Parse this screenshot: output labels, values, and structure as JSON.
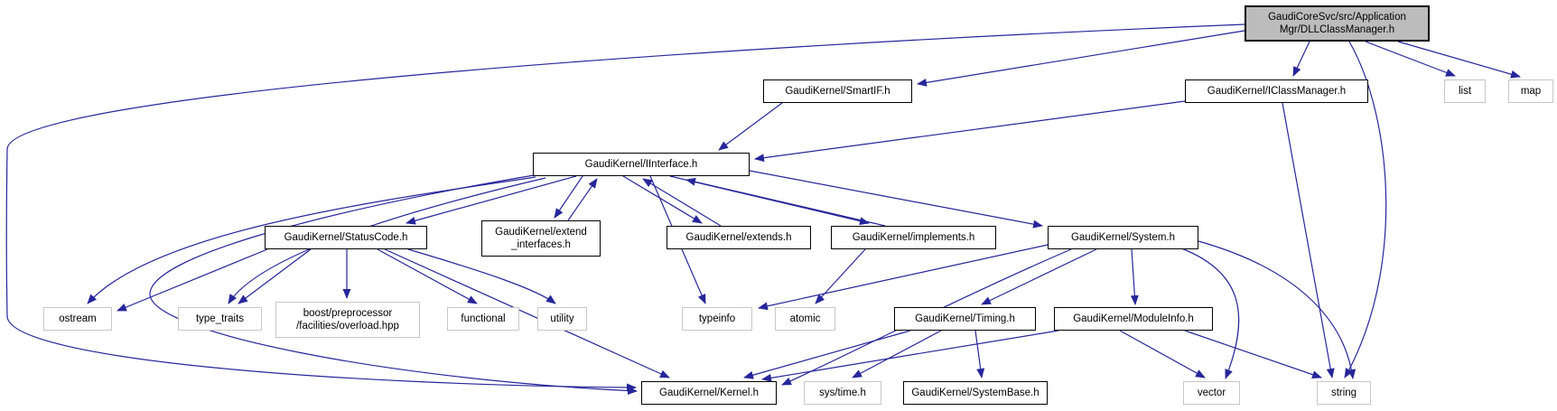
{
  "diagram": {
    "type": "include-dependency-graph",
    "root_file": "GaudiCoreSvc/src/ApplicationMgr/DLLClassManager.h",
    "nodes": {
      "root": {
        "label": "GaudiCoreSvc/src/Application\nMgr/DLLClassManager.h",
        "kind": "root"
      },
      "smartif": {
        "label": "GaudiKernel/SmartIF.h",
        "kind": "internal"
      },
      "iclassmanager": {
        "label": "GaudiKernel/IClassManager.h",
        "kind": "internal"
      },
      "list": {
        "label": "list",
        "kind": "external"
      },
      "map": {
        "label": "map",
        "kind": "external"
      },
      "iinterface": {
        "label": "GaudiKernel/IInterface.h",
        "kind": "internal"
      },
      "statuscode": {
        "label": "GaudiKernel/StatusCode.h",
        "kind": "internal"
      },
      "extendinterfaces": {
        "label": "GaudiKernel/extend\n_interfaces.h",
        "kind": "internal"
      },
      "extends": {
        "label": "GaudiKernel/extends.h",
        "kind": "internal"
      },
      "implements": {
        "label": "GaudiKernel/implements.h",
        "kind": "internal"
      },
      "system": {
        "label": "GaudiKernel/System.h",
        "kind": "internal"
      },
      "ostream": {
        "label": "ostream",
        "kind": "external"
      },
      "typetraits": {
        "label": "type_traits",
        "kind": "external"
      },
      "boostoverload": {
        "label": "boost/preprocessor\n/facilities/overload.hpp",
        "kind": "external"
      },
      "functional": {
        "label": "functional",
        "kind": "external"
      },
      "utility": {
        "label": "utility",
        "kind": "external"
      },
      "typeinfo": {
        "label": "typeinfo",
        "kind": "external"
      },
      "atomic": {
        "label": "atomic",
        "kind": "external"
      },
      "timing": {
        "label": "GaudiKernel/Timing.h",
        "kind": "internal"
      },
      "moduleinfo": {
        "label": "GaudiKernel/ModuleInfo.h",
        "kind": "internal"
      },
      "kernel": {
        "label": "GaudiKernel/Kernel.h",
        "kind": "internal"
      },
      "systime": {
        "label": "sys/time.h",
        "kind": "external"
      },
      "systembase": {
        "label": "GaudiKernel/SystemBase.h",
        "kind": "internal"
      },
      "vector": {
        "label": "vector",
        "kind": "external"
      },
      "string": {
        "label": "string",
        "kind": "external"
      }
    },
    "edges": [
      {
        "from": "root",
        "to": "iclassmanager"
      },
      {
        "from": "root",
        "to": "smartif"
      },
      {
        "from": "root",
        "to": "kernel"
      },
      {
        "from": "root",
        "to": "list"
      },
      {
        "from": "root",
        "to": "map"
      },
      {
        "from": "root",
        "to": "string"
      },
      {
        "from": "iclassmanager",
        "to": "iinterface"
      },
      {
        "from": "iclassmanager",
        "to": "string"
      },
      {
        "from": "smartif",
        "to": "iinterface"
      },
      {
        "from": "iinterface",
        "to": "statuscode"
      },
      {
        "from": "iinterface",
        "to": "extendinterfaces"
      },
      {
        "from": "extendinterfaces",
        "to": "iinterface"
      },
      {
        "from": "iinterface",
        "to": "extends"
      },
      {
        "from": "extends",
        "to": "iinterface"
      },
      {
        "from": "iinterface",
        "to": "implements"
      },
      {
        "from": "implements",
        "to": "iinterface"
      },
      {
        "from": "iinterface",
        "to": "system"
      },
      {
        "from": "iinterface",
        "to": "ostream"
      },
      {
        "from": "iinterface",
        "to": "typetraits"
      },
      {
        "from": "iinterface",
        "to": "typeinfo"
      },
      {
        "from": "iinterface",
        "to": "kernel"
      },
      {
        "from": "statuscode",
        "to": "ostream"
      },
      {
        "from": "statuscode",
        "to": "typetraits"
      },
      {
        "from": "statuscode",
        "to": "boostoverload"
      },
      {
        "from": "statuscode",
        "to": "functional"
      },
      {
        "from": "statuscode",
        "to": "utility"
      },
      {
        "from": "statuscode",
        "to": "kernel"
      },
      {
        "from": "implements",
        "to": "atomic"
      },
      {
        "from": "system",
        "to": "typeinfo"
      },
      {
        "from": "system",
        "to": "kernel"
      },
      {
        "from": "system",
        "to": "timing"
      },
      {
        "from": "system",
        "to": "moduleinfo"
      },
      {
        "from": "system",
        "to": "vector"
      },
      {
        "from": "system",
        "to": "string"
      },
      {
        "from": "timing",
        "to": "kernel"
      },
      {
        "from": "timing",
        "to": "systime"
      },
      {
        "from": "timing",
        "to": "systembase"
      },
      {
        "from": "moduleinfo",
        "to": "kernel"
      },
      {
        "from": "moduleinfo",
        "to": "vector"
      },
      {
        "from": "moduleinfo",
        "to": "string"
      }
    ],
    "colors": {
      "edge": "#26269a",
      "root_fill": "#bcbcbc",
      "internal_border": "#000000",
      "external_border": "#c7c7c7",
      "background": "#ffffff"
    }
  }
}
